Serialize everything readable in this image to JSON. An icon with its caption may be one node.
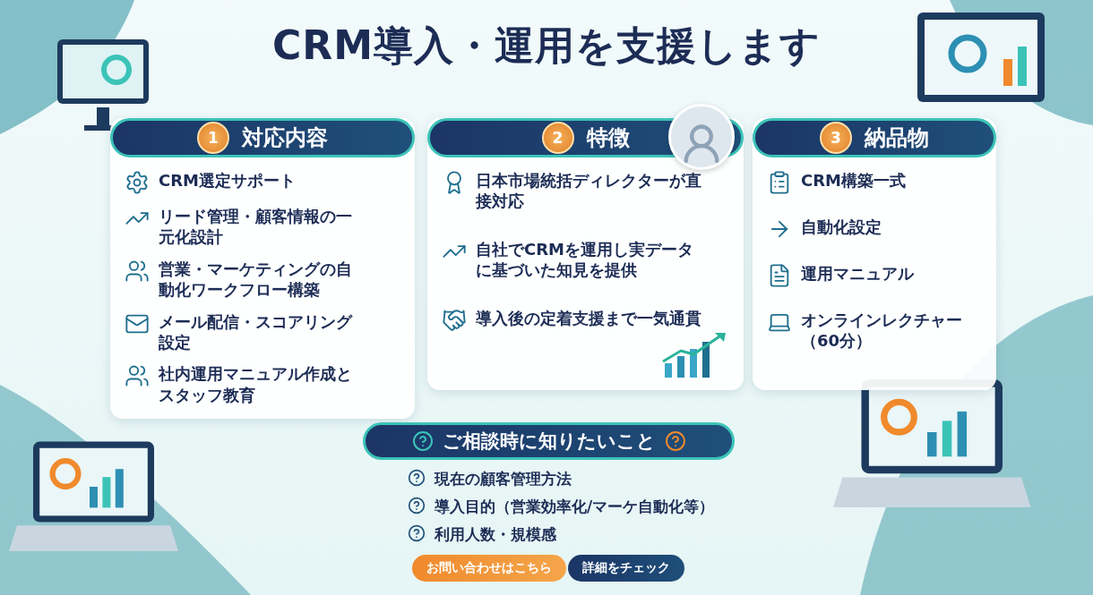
{
  "diagram": {
    "title": "CRM導入・運用を支援します",
    "nodes": [
      {
        "text": [
          "1",
          "対応内容",
          "CRM選定サポート",
          "リード管理・顧客情報の一元化設計",
          "営業・マーケティングの自動化ワークフロー構築",
          "メール配信・スコアリング設定",
          "社内運用マニュアル作成とスタッフ教育"
        ]
      },
      {
        "text": [
          "2",
          "特徴",
          "日本市場統括ディレクターが直接対応",
          "自社でCRMを運用し実データに基づいた知見を提供",
          "導入後の定着支援まで一気通貫"
        ]
      },
      {
        "text": [
          "3",
          "納品物",
          "CRM構築一式",
          "自動化設定",
          "運用マニュアル",
          "オンラインレクチャー（60分）"
        ]
      },
      {
        "text": [
          "ご相談時に知りたいこと",
          "現在の顧客管理方法",
          "導入目的（営業効率化/マーケ自動化等）",
          "利用人数・規模感"
        ]
      },
      {
        "text": [
          "お問い合わせはこちら"
        ]
      },
      {
        "text": [
          "詳細をチェック"
        ]
      }
    ]
  }
}
